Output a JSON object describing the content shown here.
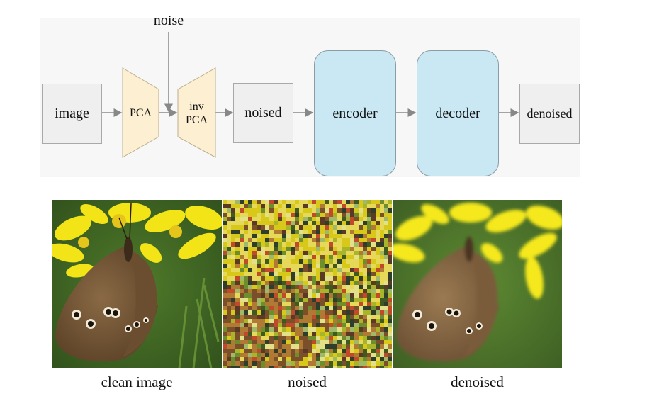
{
  "diagram": {
    "noise_label": "noise",
    "image_box": "image",
    "pca_label": "PCA",
    "inv_pca_line1": "inv",
    "inv_pca_line2": "PCA",
    "noised_box": "noised",
    "encoder_box": "encoder",
    "decoder_box": "decoder",
    "denoised_box": "denoised"
  },
  "images": {
    "clean_caption": "clean image",
    "noised_caption": "noised",
    "denoised_caption": "denoised"
  },
  "colors": {
    "pca_fill": "#fcefd2",
    "network_fill": "#c9e8f3",
    "box_fill": "#efefef"
  }
}
